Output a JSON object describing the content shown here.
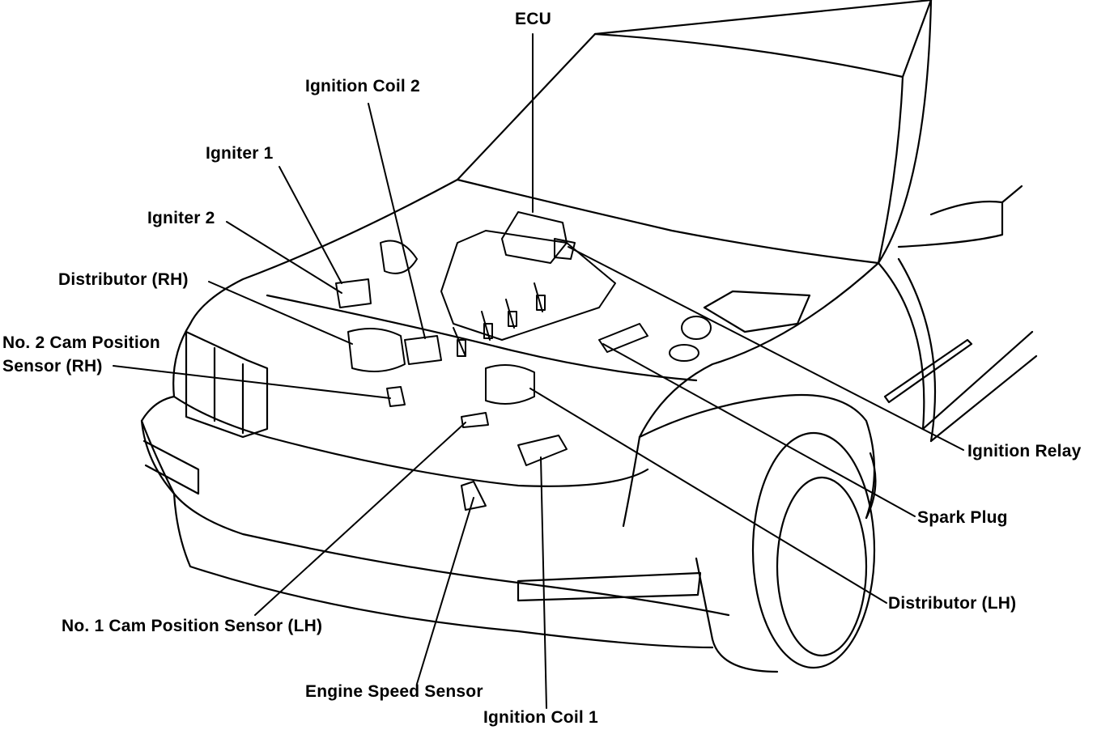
{
  "labels": {
    "ecu": "ECU",
    "ignition_coil_2": "Ignition Coil 2",
    "igniter_1": "Igniter 1",
    "igniter_2": "Igniter 2",
    "distributor_rh": "Distributor (RH)",
    "no2_cam_line1": "No. 2 Cam Position",
    "no2_cam_line2": "Sensor (RH)",
    "ignition_relay": "Ignition Relay",
    "spark_plug": "Spark Plug",
    "distributor_lh": "Distributor (LH)",
    "no1_cam": "No. 1 Cam Position Sensor (LH)",
    "engine_speed_sensor": "Engine Speed Sensor",
    "ignition_coil_1": "Ignition Coil 1"
  },
  "colors": {
    "ink": "#000000",
    "paper": "#ffffff"
  }
}
